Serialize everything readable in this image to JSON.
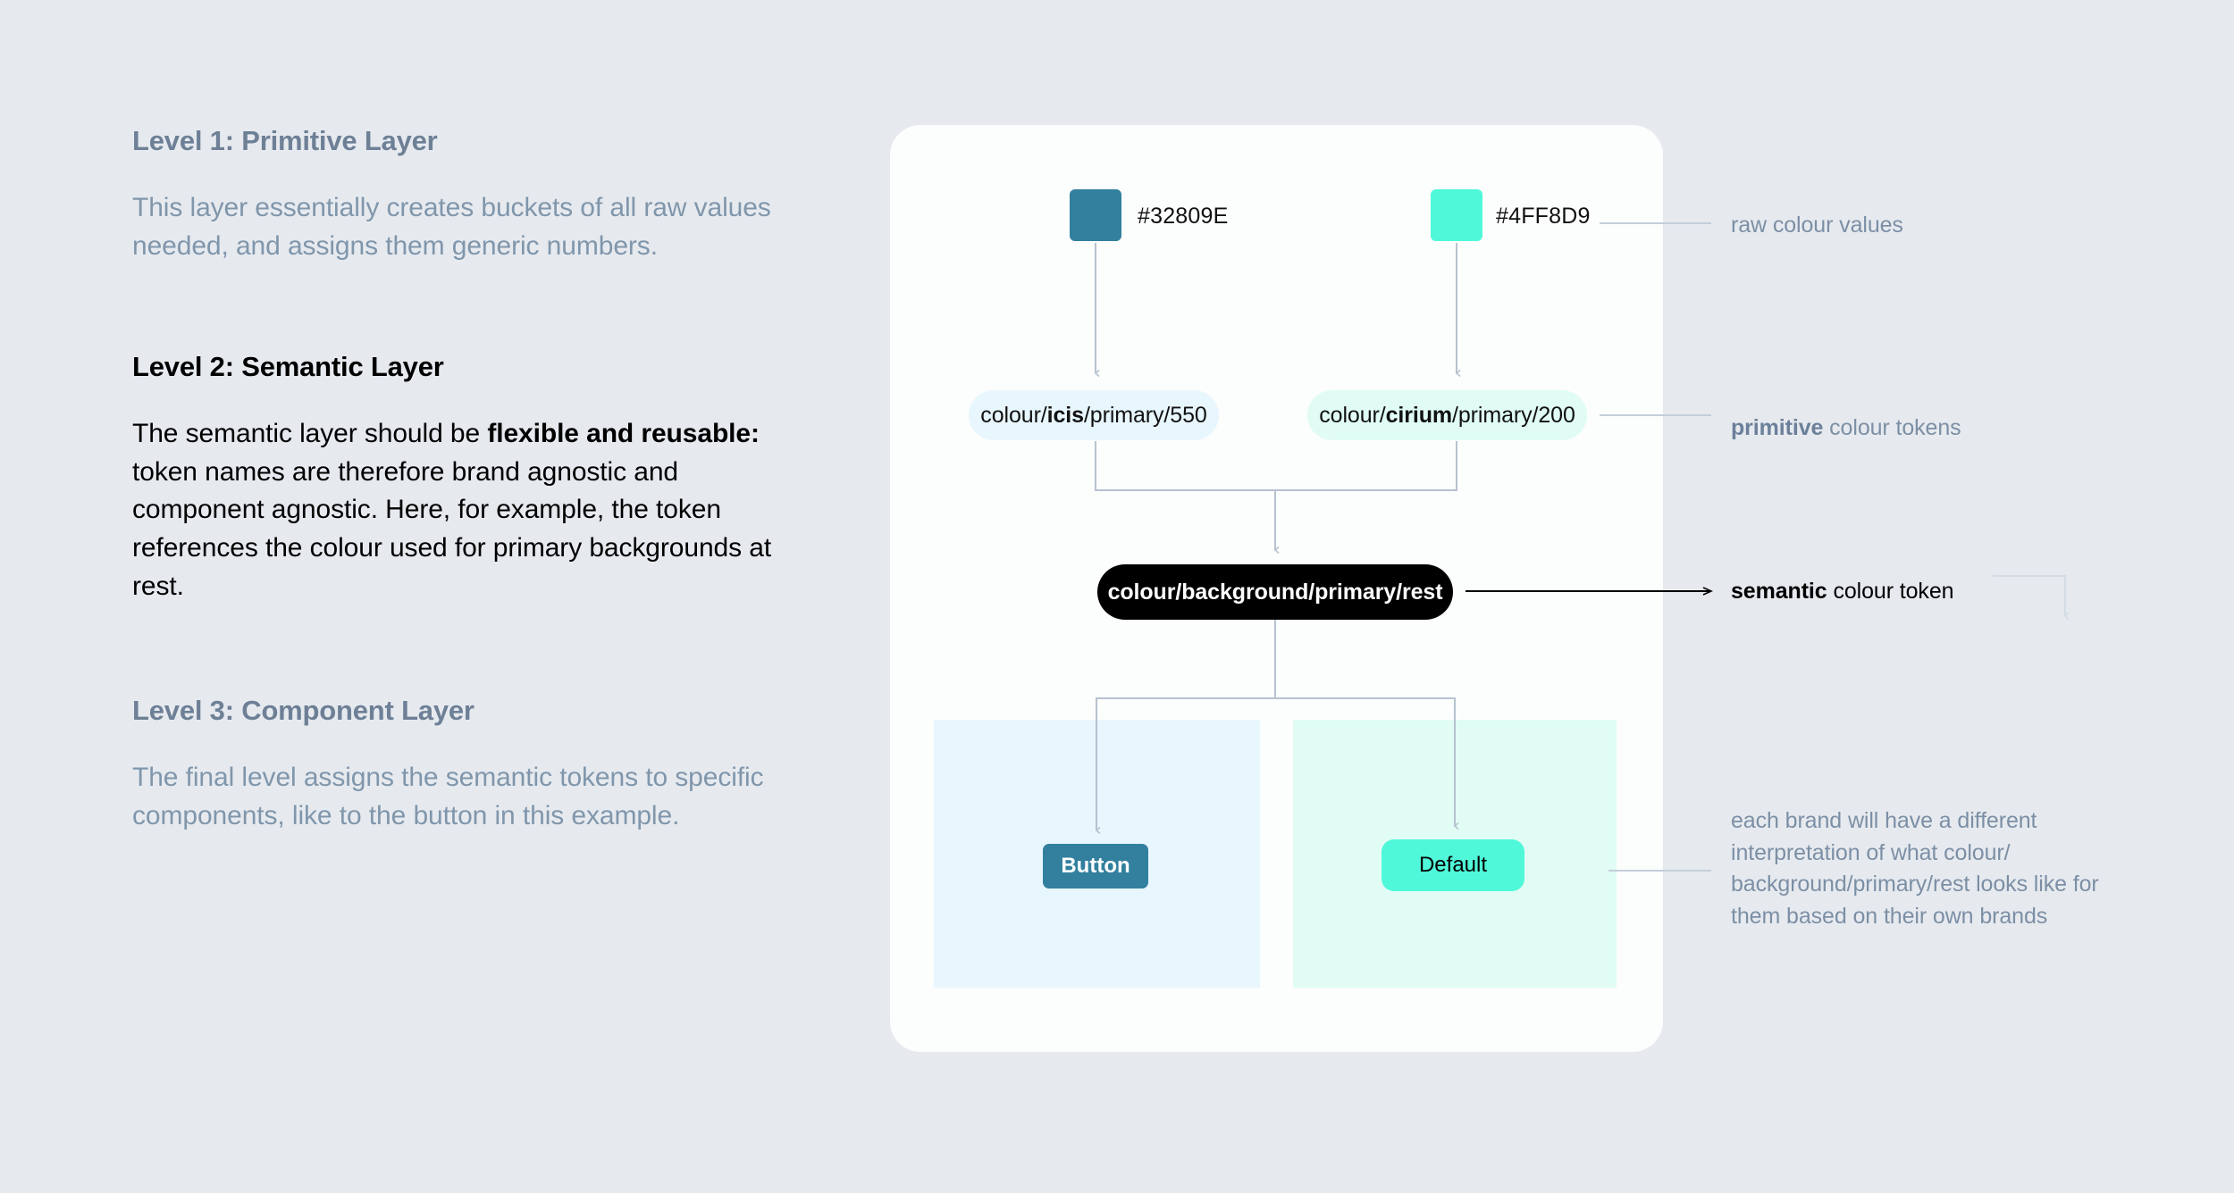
{
  "levels": [
    {
      "heading": "Level 1: Primitive Layer",
      "body": "This layer essentially creates buckets of all raw values needed, and assigns them generic numbers.",
      "state": "muted"
    },
    {
      "heading": "Level 2: Semantic Layer",
      "body_part1": "The semantic layer should be ",
      "body_emphasis": "flexible and reusable:",
      "body_part2": " token names are therefore brand agnostic and component agnostic. Here, for example,  the token references the colour used for primary backgrounds at rest.",
      "state": "active"
    },
    {
      "heading": "Level 3: Component Layer",
      "body": "The final level assigns the semantic tokens to specific components, like to the button in this example.",
      "state": "muted"
    }
  ],
  "diagram": {
    "swatches": [
      {
        "name": "icis",
        "hex": "#32809E",
        "label": "#32809E"
      },
      {
        "name": "cirium",
        "hex": "#4FF8D9",
        "label": "#4FF8D9"
      }
    ],
    "primitive_tokens": [
      {
        "prefix": "colour/",
        "brand": "icis",
        "suffix": "/primary/550",
        "background": "#E8F6FD"
      },
      {
        "prefix": "colour/",
        "brand": "cirium",
        "suffix": "/primary/200",
        "background": "#E0FCF5"
      }
    ],
    "semantic_token": {
      "label": "colour/background/primary/rest",
      "background": "#000000",
      "text_color": "#FFFFFF"
    },
    "components": [
      {
        "label": "Button",
        "background": "#32809E",
        "text_color": "#FFFFFF",
        "panel_background": "#E8F6FD"
      },
      {
        "label": "Default",
        "background": "#4FF8D9",
        "text_color": "#000000",
        "panel_background": "#E0FCF5"
      }
    ]
  },
  "annotations": {
    "raw": "raw colour values",
    "primitive_emphasis": "primitive",
    "primitive_rest": " colour tokens",
    "semantic_emphasis": "semantic",
    "semantic_rest": " colour token",
    "brands": "each brand will have a different interpretation of what colour/ background/primary/rest looks like for them based on their own brands"
  },
  "colors": {
    "page_background": "#E6EAEF",
    "card_background": "#FCFDFD",
    "connector": "#B6C2CF",
    "muted_heading": "#6E8096",
    "muted_body": "#8096AB",
    "annotation_text": "#7C8FA5"
  }
}
